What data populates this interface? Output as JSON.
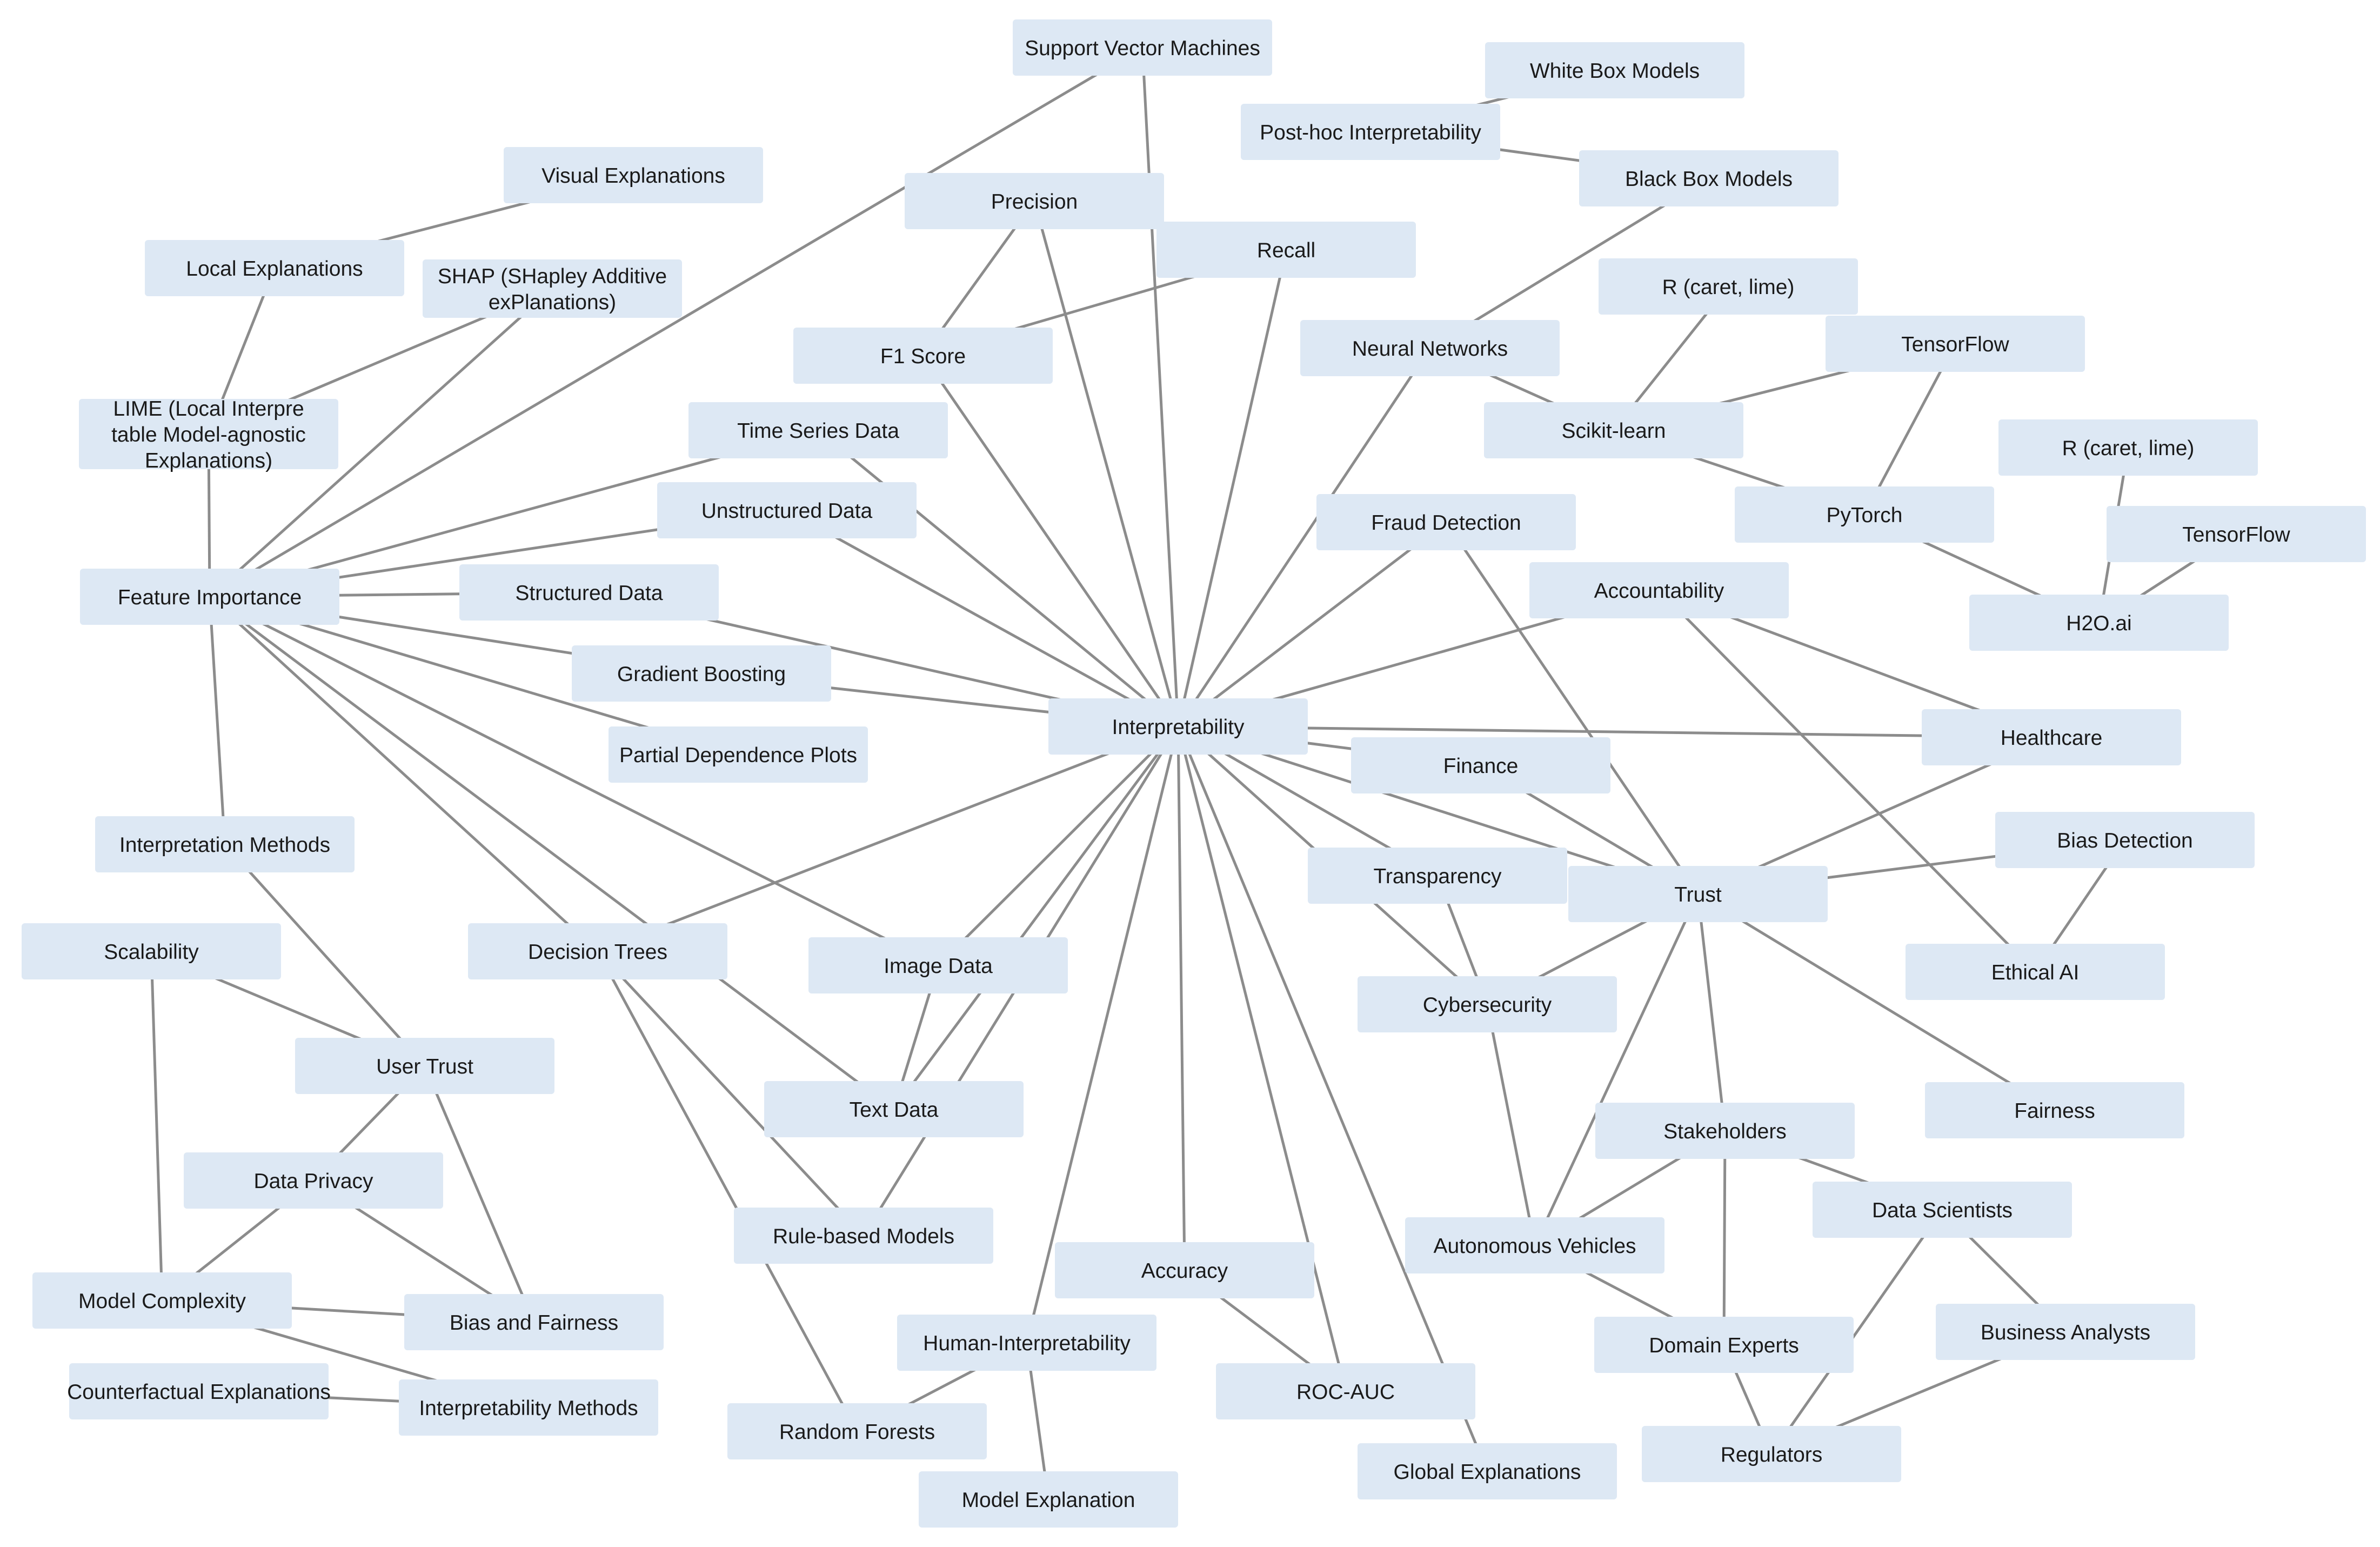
{
  "nodes": [
    {
      "id": "interp",
      "label": "Interpretability"
    },
    {
      "id": "svm",
      "label": "Support Vector Machines"
    },
    {
      "id": "whitebox",
      "label": "White Box Models"
    },
    {
      "id": "posthoc",
      "label": "Post-hoc Interpretability"
    },
    {
      "id": "blackbox",
      "label": "Black Box Models"
    },
    {
      "id": "visual",
      "label": "Visual Explanations"
    },
    {
      "id": "local",
      "label": "Local Explanations"
    },
    {
      "id": "shap",
      "label": "SHAP (SHapley Additive exPlanations)"
    },
    {
      "id": "precision",
      "label": "Precision"
    },
    {
      "id": "recall",
      "label": "Recall"
    },
    {
      "id": "f1",
      "label": "F1 Score"
    },
    {
      "id": "neural",
      "label": "Neural Networks"
    },
    {
      "id": "rcaret1",
      "label": "R (caret, lime)"
    },
    {
      "id": "tf1",
      "label": "TensorFlow"
    },
    {
      "id": "sklearn",
      "label": "Scikit-learn"
    },
    {
      "id": "lime",
      "label": "LIME (Local Interpretable Model-agnostic Explanations)"
    },
    {
      "id": "timeseries",
      "label": "Time Series Data"
    },
    {
      "id": "unstructured",
      "label": "Unstructured Data"
    },
    {
      "id": "rcaret2",
      "label": "R (caret, lime)"
    },
    {
      "id": "pytorch",
      "label": "PyTorch"
    },
    {
      "id": "fraud",
      "label": "Fraud Detection"
    },
    {
      "id": "tf2",
      "label": "TensorFlow"
    },
    {
      "id": "featimp",
      "label": "Feature Importance"
    },
    {
      "id": "structured",
      "label": "Structured Data"
    },
    {
      "id": "accountability",
      "label": "Accountability"
    },
    {
      "id": "h2o",
      "label": "H2O.ai"
    },
    {
      "id": "gradboost",
      "label": "Gradient Boosting"
    },
    {
      "id": "pdp",
      "label": "Partial Dependence Plots"
    },
    {
      "id": "healthcare",
      "label": "Healthcare"
    },
    {
      "id": "finance",
      "label": "Finance"
    },
    {
      "id": "interpmethods1",
      "label": "Interpretation Methods"
    },
    {
      "id": "biasdet",
      "label": "Bias Detection"
    },
    {
      "id": "transparency",
      "label": "Transparency"
    },
    {
      "id": "trust",
      "label": "Trust"
    },
    {
      "id": "scalability",
      "label": "Scalability"
    },
    {
      "id": "dtrees",
      "label": "Decision Trees"
    },
    {
      "id": "imagedata",
      "label": "Image Data"
    },
    {
      "id": "ethical",
      "label": "Ethical AI"
    },
    {
      "id": "cyber",
      "label": "Cybersecurity"
    },
    {
      "id": "usertrust",
      "label": "User Trust"
    },
    {
      "id": "textdata",
      "label": "Text Data"
    },
    {
      "id": "fairness",
      "label": "Fairness"
    },
    {
      "id": "stakeholders",
      "label": "Stakeholders"
    },
    {
      "id": "dataprivacy",
      "label": "Data Privacy"
    },
    {
      "id": "datasci",
      "label": "Data Scientists"
    },
    {
      "id": "rulebased",
      "label": "Rule-based Models"
    },
    {
      "id": "autonomous",
      "label": "Autonomous Vehicles"
    },
    {
      "id": "accuracy",
      "label": "Accuracy"
    },
    {
      "id": "modelcomplex",
      "label": "Model Complexity"
    },
    {
      "id": "biasfair",
      "label": "Bias and Fairness"
    },
    {
      "id": "humaninterp",
      "label": "Human-Interpretability"
    },
    {
      "id": "domainexp",
      "label": "Domain Experts"
    },
    {
      "id": "bizanalysts",
      "label": "Business Analysts"
    },
    {
      "id": "counterfactual",
      "label": "Counterfactual Explanations"
    },
    {
      "id": "interpmethods2",
      "label": "Interpretability Methods"
    },
    {
      "id": "rocauc",
      "label": "ROC-AUC"
    },
    {
      "id": "randomforests",
      "label": "Random Forests"
    },
    {
      "id": "regulators",
      "label": "Regulators"
    },
    {
      "id": "globalexp",
      "label": "Global Explanations"
    },
    {
      "id": "modelexp",
      "label": "Model Explanation"
    }
  ],
  "edges": [
    [
      "interp",
      "svm"
    ],
    [
      "interp",
      "precision"
    ],
    [
      "interp",
      "recall"
    ],
    [
      "interp",
      "f1"
    ],
    [
      "interp",
      "neural"
    ],
    [
      "interp",
      "timeseries"
    ],
    [
      "interp",
      "unstructured"
    ],
    [
      "interp",
      "structured"
    ],
    [
      "interp",
      "gradboost"
    ],
    [
      "interp",
      "fraud"
    ],
    [
      "interp",
      "accountability"
    ],
    [
      "interp",
      "healthcare"
    ],
    [
      "interp",
      "finance"
    ],
    [
      "interp",
      "trust"
    ],
    [
      "interp",
      "transparency"
    ],
    [
      "interp",
      "cyber"
    ],
    [
      "interp",
      "dtrees"
    ],
    [
      "interp",
      "imagedata"
    ],
    [
      "interp",
      "textdata"
    ],
    [
      "interp",
      "rulebased"
    ],
    [
      "interp",
      "accuracy"
    ],
    [
      "interp",
      "humaninterp"
    ],
    [
      "interp",
      "rocauc"
    ],
    [
      "interp",
      "globalexp"
    ],
    [
      "svm",
      "featimp"
    ],
    [
      "posthoc",
      "whitebox"
    ],
    [
      "posthoc",
      "blackbox"
    ],
    [
      "blackbox",
      "neural"
    ],
    [
      "precision",
      "f1"
    ],
    [
      "recall",
      "f1"
    ],
    [
      "neural",
      "sklearn"
    ],
    [
      "rcaret1",
      "sklearn"
    ],
    [
      "tf1",
      "sklearn"
    ],
    [
      "tf1",
      "pytorch"
    ],
    [
      "sklearn",
      "pytorch"
    ],
    [
      "pytorch",
      "h2o"
    ],
    [
      "rcaret2",
      "h2o"
    ],
    [
      "tf2",
      "h2o"
    ],
    [
      "visual",
      "local"
    ],
    [
      "local",
      "lime"
    ],
    [
      "shap",
      "lime"
    ],
    [
      "shap",
      "featimp"
    ],
    [
      "lime",
      "featimp"
    ],
    [
      "featimp",
      "timeseries"
    ],
    [
      "featimp",
      "unstructured"
    ],
    [
      "featimp",
      "structured"
    ],
    [
      "featimp",
      "gradboost"
    ],
    [
      "featimp",
      "pdp"
    ],
    [
      "featimp",
      "interpmethods1"
    ],
    [
      "featimp",
      "dtrees"
    ],
    [
      "featimp",
      "imagedata"
    ],
    [
      "featimp",
      "textdata"
    ],
    [
      "fraud",
      "trust"
    ],
    [
      "accountability",
      "healthcare"
    ],
    [
      "accountability",
      "ethical"
    ],
    [
      "healthcare",
      "trust"
    ],
    [
      "finance",
      "trust"
    ],
    [
      "biasdet",
      "trust"
    ],
    [
      "biasdet",
      "ethical"
    ],
    [
      "transparency",
      "cyber"
    ],
    [
      "trust",
      "cyber"
    ],
    [
      "trust",
      "fairness"
    ],
    [
      "trust",
      "stakeholders"
    ],
    [
      "trust",
      "autonomous"
    ],
    [
      "cyber",
      "autonomous"
    ],
    [
      "interpmethods1",
      "usertrust"
    ],
    [
      "scalability",
      "usertrust"
    ],
    [
      "scalability",
      "modelcomplex"
    ],
    [
      "usertrust",
      "dataprivacy"
    ],
    [
      "usertrust",
      "biasfair"
    ],
    [
      "dataprivacy",
      "modelcomplex"
    ],
    [
      "dataprivacy",
      "biasfair"
    ],
    [
      "modelcomplex",
      "biasfair"
    ],
    [
      "modelcomplex",
      "interpmethods2"
    ],
    [
      "counterfactual",
      "interpmethods2"
    ],
    [
      "dtrees",
      "rulebased"
    ],
    [
      "dtrees",
      "randomforests"
    ],
    [
      "imagedata",
      "textdata"
    ],
    [
      "humaninterp",
      "randomforests"
    ],
    [
      "humaninterp",
      "modelexp"
    ],
    [
      "accuracy",
      "rocauc"
    ],
    [
      "stakeholders",
      "autonomous"
    ],
    [
      "stakeholders",
      "domainexp"
    ],
    [
      "stakeholders",
      "datasci"
    ],
    [
      "autonomous",
      "domainexp"
    ],
    [
      "datasci",
      "regulators"
    ],
    [
      "datasci",
      "bizanalysts"
    ],
    [
      "domainexp",
      "regulators"
    ],
    [
      "bizanalysts",
      "regulators"
    ]
  ]
}
